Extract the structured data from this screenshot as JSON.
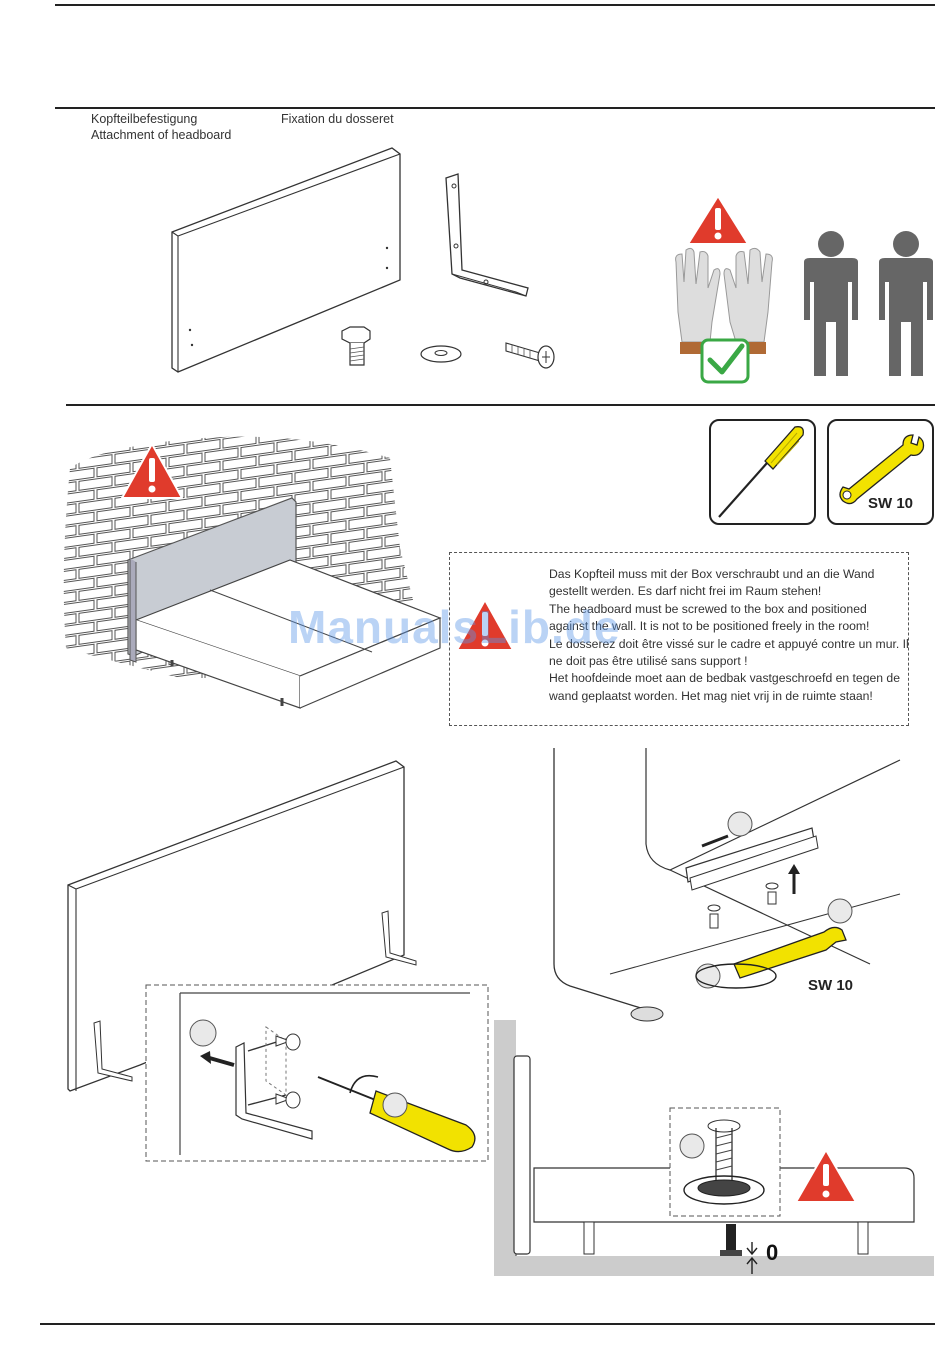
{
  "section_titles": {
    "german": "Kopfteilbefestigung",
    "english": "Attachment of headboard",
    "french": "Fixation du dosseret"
  },
  "warning_note": {
    "de": "Das Kopfteil muss mit der Box verschraubt und an die Wand gestellt werden. Es darf nicht frei im Raum stehen!",
    "en": "The headboard must be screwed to the box and positioned against the wall. It is not to be positioned freely in the room!",
    "fr": "Le dosserez doit être vissé sur le cadre et appuyé contre un mur. Il ne doit pas être utilisé sans support !",
    "nl": "Het hoofdeinde moet aan de bedbak vastgeschroefd en tegen de wand geplaatst worden. Het mag niet vrij in de ruimte staan!"
  },
  "tools": {
    "wrench_size": "SW 10"
  },
  "diagram_labels": {
    "wrench_size": "SW 10",
    "height_gap": "0"
  },
  "watermark": "ManualsLib.de",
  "colors": {
    "warning_red": "#e03b2c",
    "tool_yellow": "#f2e200",
    "person_gray": "#666666",
    "check_green": "#3aa845",
    "floor_gray": "#cccccc"
  }
}
